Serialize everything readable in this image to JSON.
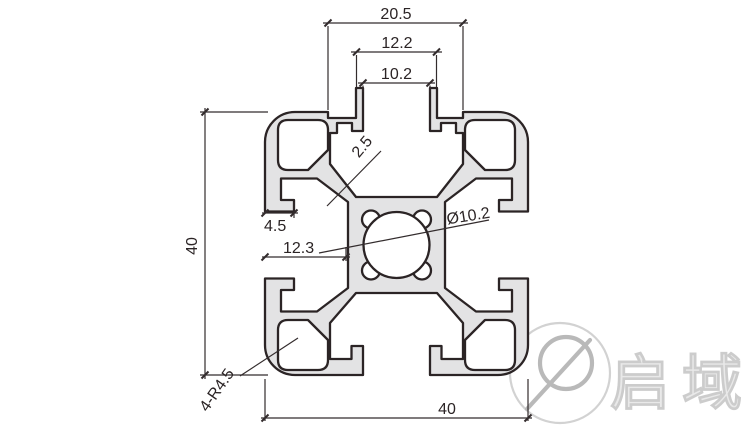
{
  "drawing": {
    "type": "aluminium-extrusion-profile-cross-section",
    "labels": {
      "top_opening_width": "20.5",
      "tab_outer_width": "12.2",
      "tab_inner_width": "10.2",
      "overall_height": "40",
      "overall_width": "40",
      "lip_land": "4.5",
      "slot_depth": "12.3",
      "web_thickness": "2.5",
      "center_bore": "Ø10.2",
      "corner_radius": "4-R4.5"
    },
    "colors": {
      "profile_fill": "#e3e3e4",
      "line": "#2b2425",
      "watermark": "#d2d2d2"
    },
    "logo": {
      "brand": "启域"
    }
  }
}
